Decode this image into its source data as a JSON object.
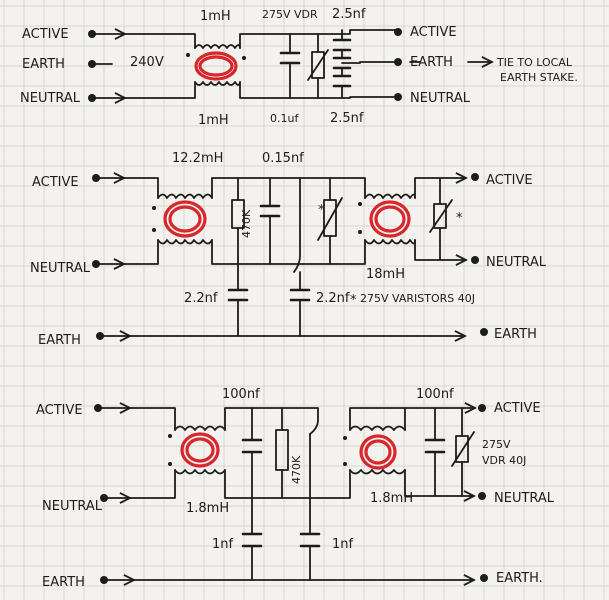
{
  "circuit1": {
    "inputs": {
      "active": "ACTIVE",
      "earth": "EARTH",
      "neutral": "NEUTRAL"
    },
    "outputs": {
      "active": "ACTIVE",
      "earth": "EARTH",
      "neutral": "NEUTRAL"
    },
    "voltage": "240V",
    "inductor_top": "1mH",
    "inductor_bottom": "1mH",
    "vdr": "275V VDR",
    "cap_x": "0.1uf",
    "cap_y_top": "2.5nf",
    "cap_y_bottom": "2.5nf",
    "earth_note": "TIE TO LOCAL EARTH STAKE."
  },
  "circuit2": {
    "inputs": {
      "active": "ACTIVE",
      "neutral": "NEUTRAL",
      "earth": "EARTH"
    },
    "outputs": {
      "active": "ACTIVE",
      "neutral": "NEUTRAL",
      "earth": "EARTH"
    },
    "inductor1": "12.2mH",
    "cap_x": "0.15nf",
    "resistor": "470K",
    "inductor2": "18mH",
    "cap_y1": "2.2nf",
    "cap_y2": "2.2nf",
    "varistor_note": "275V VARISTORS 40J",
    "star1": "*",
    "star2": "*",
    "star3": "*"
  },
  "circuit3": {
    "inputs": {
      "active": "ACTIVE",
      "neutral": "NEUTRAL",
      "earth": "EARTH"
    },
    "outputs": {
      "active": "ACTIVE",
      "neutral": "NEUTRAL",
      "earth": "EARTH."
    },
    "cap_x1": "100nf",
    "cap_x2": "100nf",
    "resistor": "470K",
    "inductor1": "1.8mH",
    "inductor2": "1.8mH",
    "cap_y1": "1nf",
    "cap_y2": "1nf",
    "vdr": "275V VDR 40J"
  },
  "colors": {
    "ink": "#1c1c1c",
    "core": "#d8262b",
    "paper": "#f4f2ee",
    "grid": "#d9d6cf"
  }
}
